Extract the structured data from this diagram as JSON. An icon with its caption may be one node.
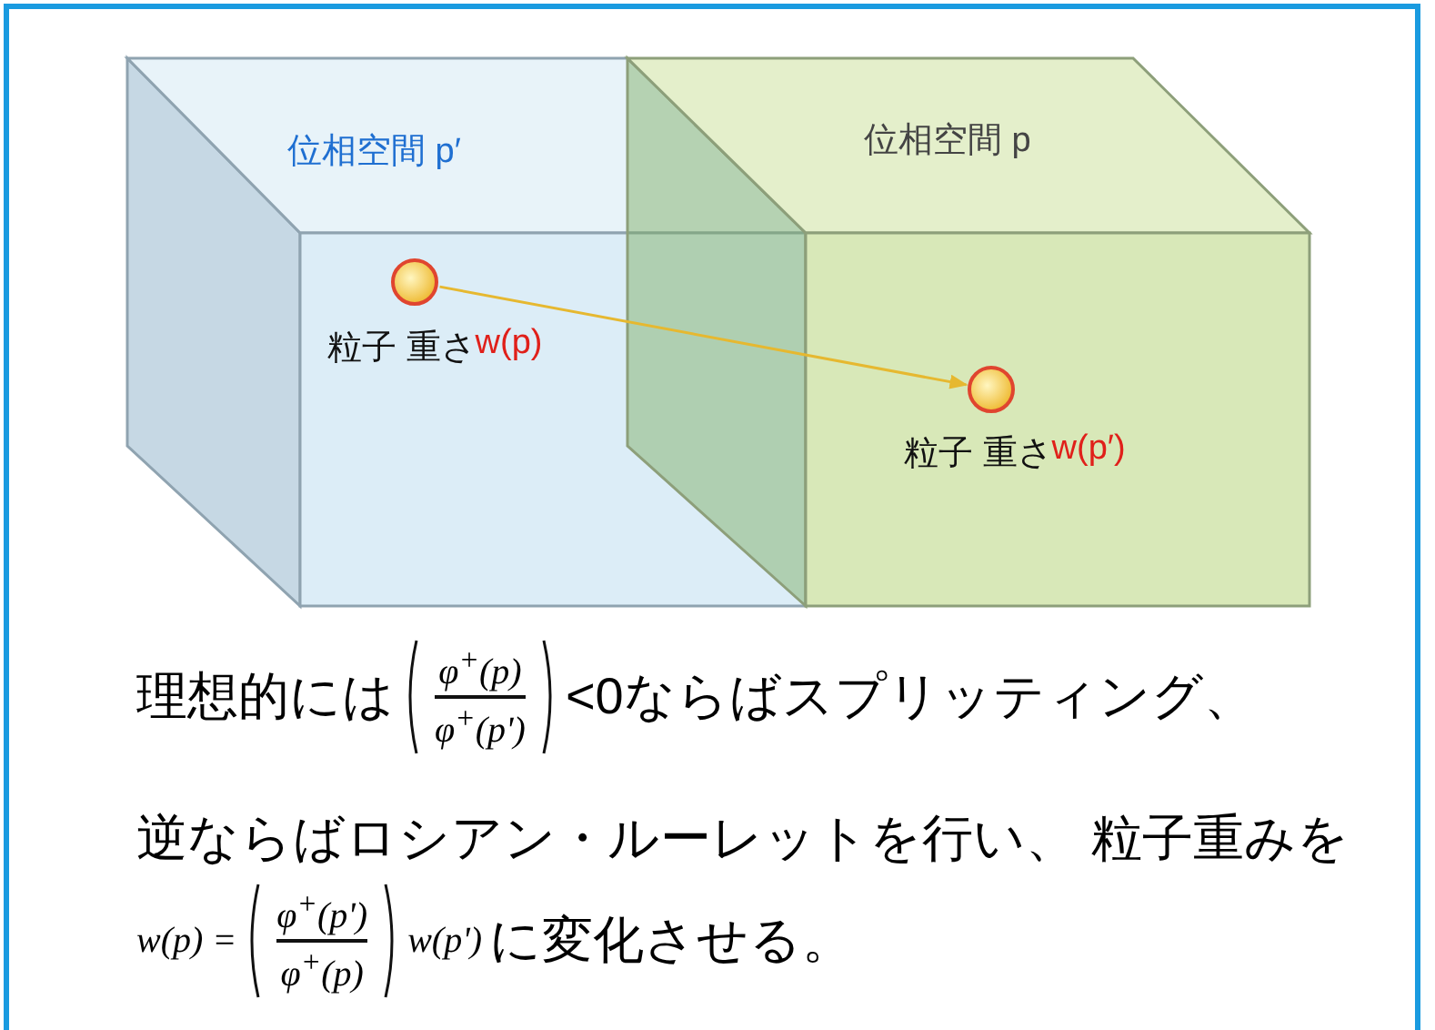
{
  "diagram": {
    "nodes": [
      {
        "text": [
          "位相空間 p′"
        ]
      },
      {
        "text": [
          "位相空間 p"
        ]
      },
      {
        "text": [],
        "shape": "circle",
        "in": 0,
        "beside": [
          "粒子 重さ",
          "w(p)"
        ]
      },
      {
        "text": [],
        "shape": "circle",
        "in": 1,
        "beside": [
          "粒子 重さ",
          "w(p′)"
        ]
      }
    ],
    "edges": [
      {
        "from": 2,
        "to": 3,
        "arrow": "to"
      }
    ],
    "labels": [
      "理想的には",
      "φ$^{+}$(p)",
      "φ$^{+}$(p')",
      "<0ならばスプリッティング、",
      "逆ならばロシアン・ルーレットを行い、 粒子重みを",
      "w(p) =",
      "φ$^{+}$(p')",
      "φ$^{+}$(p)",
      "w(p')",
      "に変化させる。"
    ]
  }
}
